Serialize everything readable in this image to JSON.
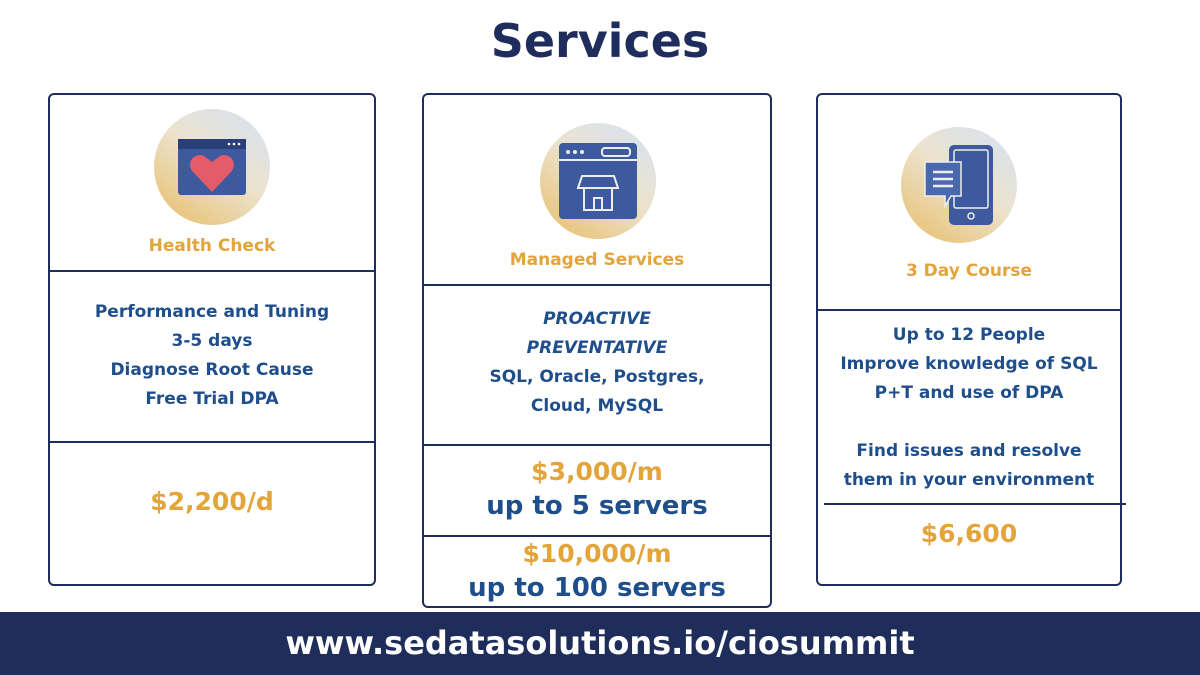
{
  "title": "Services",
  "cards": [
    {
      "name": "Health Check",
      "icon": "browser-heart-icon",
      "lines": [
        "Performance and Tuning",
        "3-5 days",
        "Diagnose Root Cause",
        "Free Trial DPA"
      ],
      "price": "$2,200/d"
    },
    {
      "name": "Managed Services",
      "icon": "browser-store-icon",
      "emphasis": [
        "PROACTIVE",
        "PREVENTATIVE"
      ],
      "lines": [
        "SQL, Oracle, Postgres,",
        "Cloud, MySQL"
      ],
      "tiers": [
        {
          "price": "$3,000/m",
          "detail": "up to 5 servers"
        },
        {
          "price": "$10,000/m",
          "detail": "up to 100 servers"
        }
      ]
    },
    {
      "name": "3 Day Course",
      "icon": "phone-chat-icon",
      "lines": [
        "Up to 12 People",
        "Improve knowledge of SQL",
        "P+T and use of DPA"
      ],
      "lines2": [
        "Find issues and resolve",
        "them in your environment"
      ],
      "price": "$6,600"
    }
  ],
  "footer": "www.sedatasolutions.io/ciosummit",
  "colors": {
    "navy": "#1f2d5c",
    "orange": "#e3a43a",
    "blue": "#1f4e8c"
  }
}
